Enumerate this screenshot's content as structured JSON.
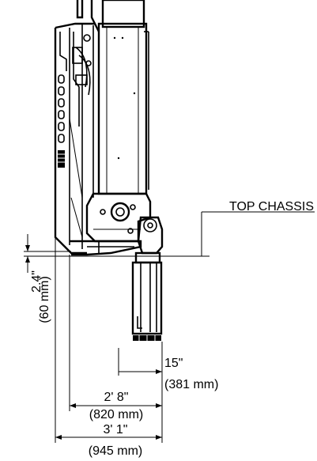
{
  "labels": {
    "top_chassis": "TOP CHASSIS",
    "dim_height_imperial": "2.4\"",
    "dim_height_metric": "(60 mm)",
    "dim_15_imperial": "15\"",
    "dim_15_metric": "(381 mm)",
    "dim_28_imperial": "2' 8\"",
    "dim_28_metric": "(820 mm)",
    "dim_31_imperial": "3' 1\"",
    "dim_31_metric": "(945 mm)"
  }
}
